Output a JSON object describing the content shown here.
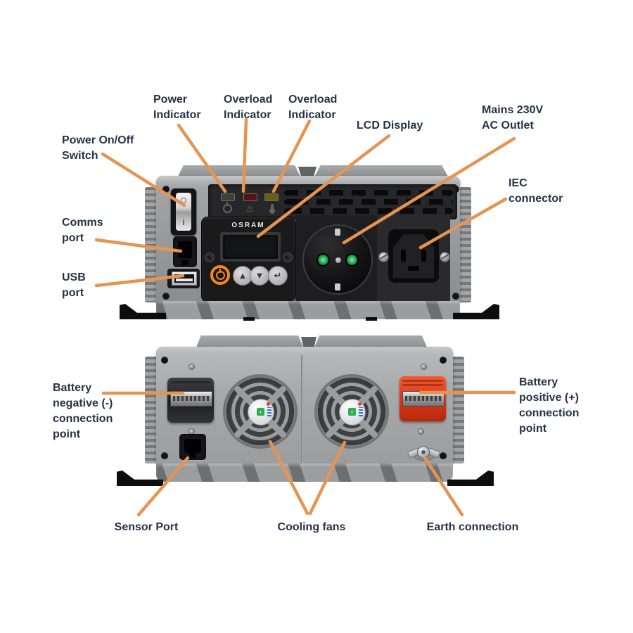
{
  "front_view": {
    "brand": "OSRAM",
    "callouts": {
      "power_switch": "Power On/Off\nSwitch",
      "power_indicator": "Power\nIndicator",
      "overload_indicator_1": "Overload\nIndicator",
      "overload_indicator_2": "Overload\nIndicator",
      "lcd_display": "LCD Display",
      "mains_outlet": "Mains 230V\nAC Outlet",
      "iec_connector": "IEC\nconnector",
      "comms_port": "Comms\nport",
      "usb_port": "USB\nport"
    },
    "led_icons": [
      "power",
      "overload-warning",
      "over-temperature"
    ]
  },
  "rear_view": {
    "callouts": {
      "battery_negative": "Battery\nnegative (-)\nconnection\npoint",
      "battery_positive": "Battery\npositive (+)\nconnection\npoint",
      "sensor_port": "Sensor Port",
      "cooling_fans": "Cooling fans",
      "earth_connection": "Earth connection"
    }
  },
  "glyphs": {
    "up": "▲",
    "down": "▼",
    "enter": "↵",
    "warning": "⚠"
  },
  "colors": {
    "callout_line": "#e59452",
    "label_text": "#253246",
    "case_gray": "#9b9c9e",
    "panel_black": "#1a1a1b",
    "power_button_orange": "#f0881c",
    "battery_positive_red": "#dd3413",
    "socket_contact_green": "#2fae4e"
  }
}
